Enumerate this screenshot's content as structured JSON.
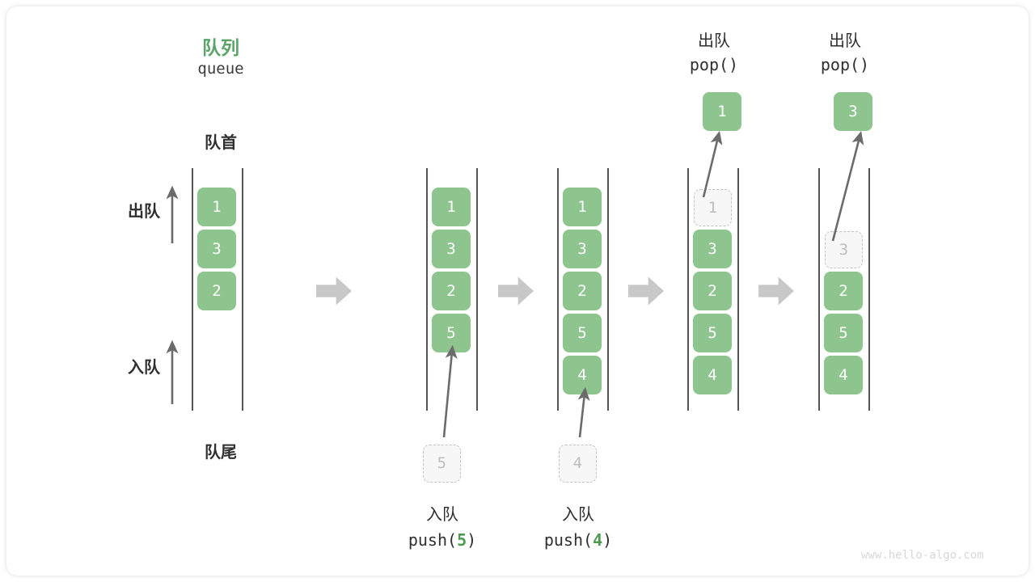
{
  "diagram": {
    "title_cn": "队列",
    "title_en": "queue",
    "front_label": "队首",
    "rear_label": "队尾",
    "dequeue_label": "出队",
    "enqueue_label": "入队",
    "watermark": "www.hello-algo.com",
    "accent_color": "#5aa469",
    "cell_color": "#8ec58e",
    "ghost_color": "#f7f7f7",
    "arrow_color": "#c8c8c8"
  },
  "operations": {
    "pop_cn": "出队",
    "pop_code": "pop()",
    "push_cn": "入队",
    "push5_code_prefix": "push(",
    "push5_value": "5",
    "push4_value": "4",
    "code_suffix": ")"
  },
  "columns": [
    {
      "name": "initial-queue",
      "cells": [
        {
          "value": "1",
          "state": "filled"
        },
        {
          "value": "3",
          "state": "filled"
        },
        {
          "value": "2",
          "state": "filled"
        }
      ]
    },
    {
      "name": "after-push-5",
      "cells": [
        {
          "value": "1",
          "state": "filled"
        },
        {
          "value": "3",
          "state": "filled"
        },
        {
          "value": "2",
          "state": "filled"
        },
        {
          "value": "5",
          "state": "filled"
        }
      ],
      "incoming": {
        "value": "5",
        "state": "ghost"
      }
    },
    {
      "name": "after-push-4",
      "cells": [
        {
          "value": "1",
          "state": "filled"
        },
        {
          "value": "3",
          "state": "filled"
        },
        {
          "value": "2",
          "state": "filled"
        },
        {
          "value": "5",
          "state": "filled"
        },
        {
          "value": "4",
          "state": "filled"
        }
      ],
      "incoming": {
        "value": "4",
        "state": "ghost"
      }
    },
    {
      "name": "after-pop-1",
      "cells": [
        {
          "value": "1",
          "state": "ghost"
        },
        {
          "value": "3",
          "state": "filled"
        },
        {
          "value": "2",
          "state": "filled"
        },
        {
          "value": "5",
          "state": "filled"
        },
        {
          "value": "4",
          "state": "filled"
        }
      ],
      "popped": {
        "value": "1",
        "state": "filled"
      }
    },
    {
      "name": "after-pop-3",
      "cells": [
        {
          "value": "",
          "state": "empty"
        },
        {
          "value": "3",
          "state": "ghost"
        },
        {
          "value": "2",
          "state": "filled"
        },
        {
          "value": "5",
          "state": "filled"
        },
        {
          "value": "4",
          "state": "filled"
        }
      ],
      "popped": {
        "value": "3",
        "state": "filled"
      }
    }
  ]
}
